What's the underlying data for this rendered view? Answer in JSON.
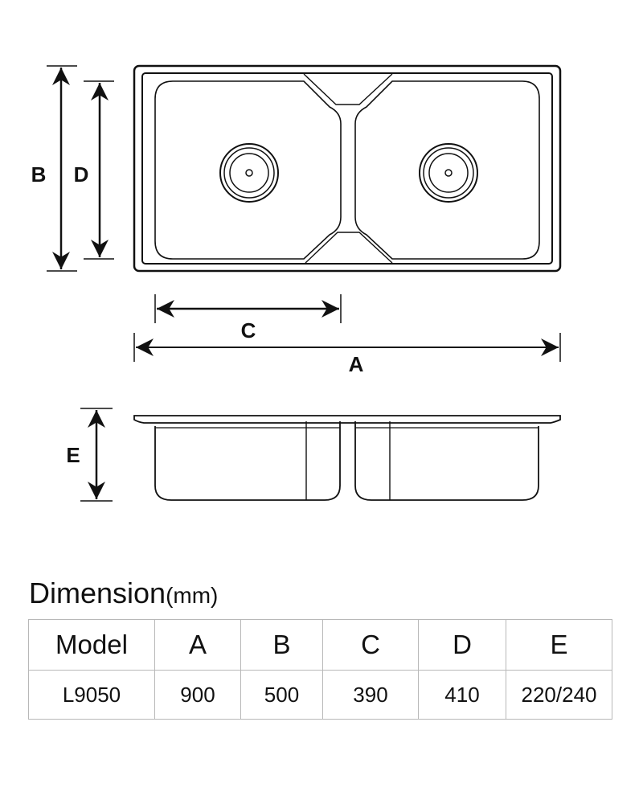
{
  "labels": {
    "a": "A",
    "b": "B",
    "c": "C",
    "d": "D",
    "e": "E"
  },
  "table": {
    "title": "Dimension",
    "unit": "(mm)",
    "headers": [
      "Model",
      "A",
      "B",
      "C",
      "D",
      "E"
    ],
    "rows": [
      [
        "L9050",
        "900",
        "500",
        "390",
        "410",
        "220/240"
      ]
    ]
  }
}
